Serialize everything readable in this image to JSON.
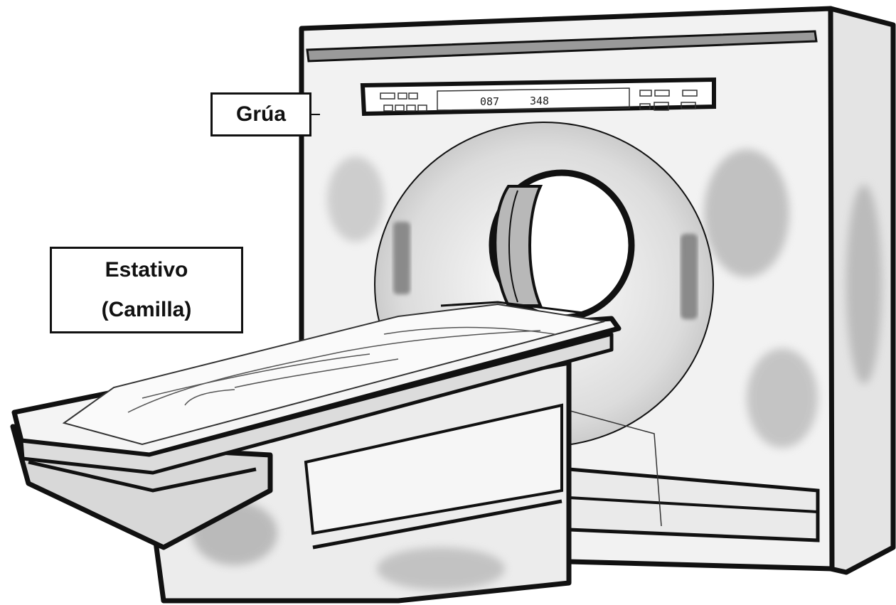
{
  "labels": {
    "gantry": "Grúa",
    "table_line1": "Estativo",
    "table_line2": "(Camilla)"
  },
  "control_panel": {
    "readout_1": "087",
    "readout_2": "348"
  },
  "colors": {
    "outline": "#111111",
    "shade": "#a8a8a8",
    "background": "#ffffff"
  },
  "icons": [
    "ct-gantry",
    "patient-table",
    "control-panel"
  ]
}
